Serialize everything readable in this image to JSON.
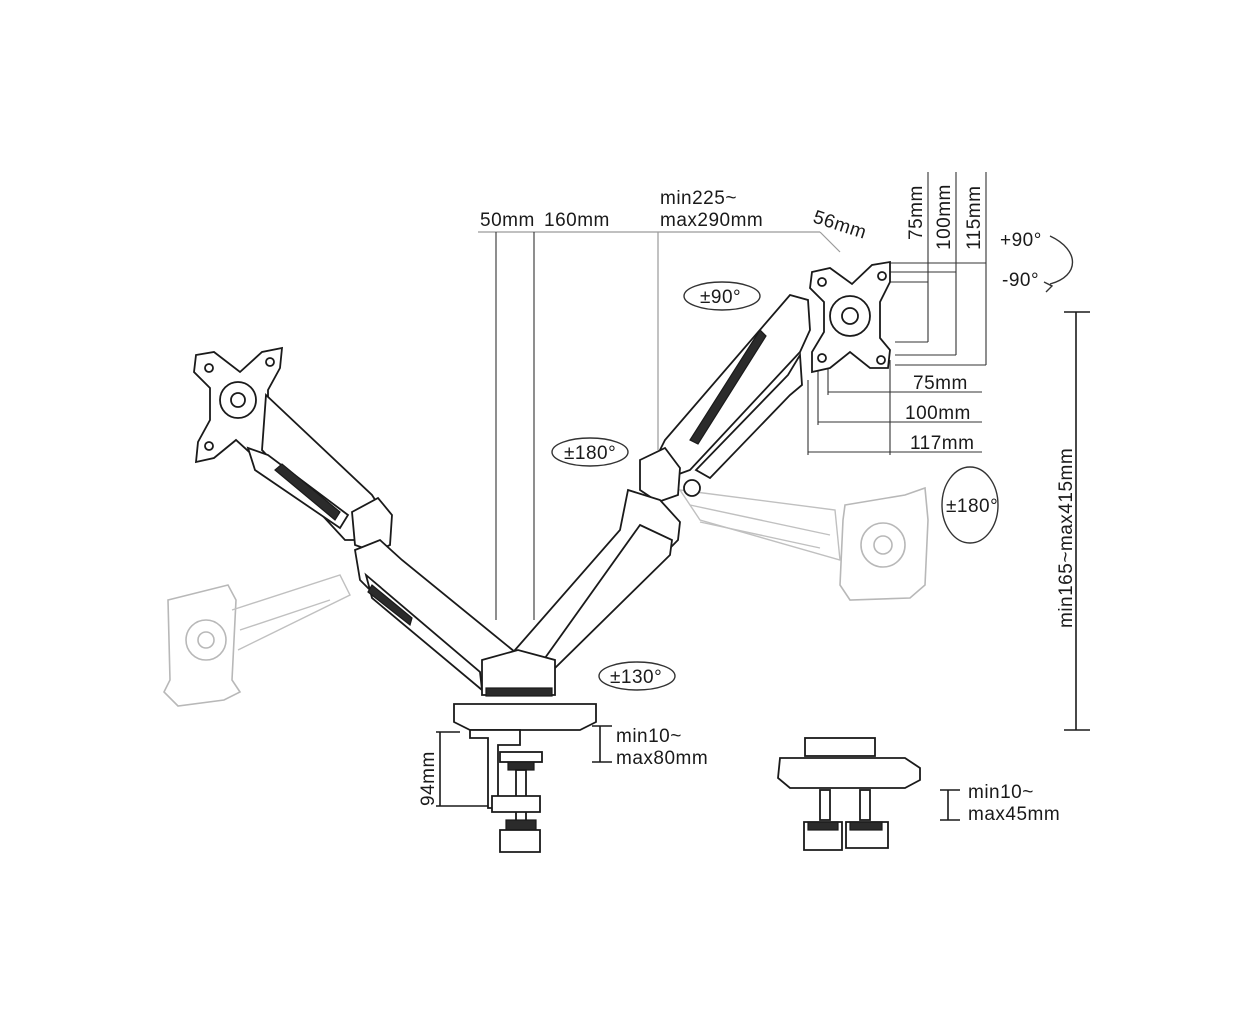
{
  "dimensions": {
    "pole_left": "50mm",
    "pole_right": "160mm",
    "reach": [
      "min225~",
      "max290mm"
    ],
    "plate_offset": "56mm",
    "vesa_v75": "75mm",
    "vesa_v100": "100mm",
    "vesa_v115": "115mm",
    "vesa_h75": "75mm",
    "vesa_h100": "100mm",
    "vesa_h117": "117mm",
    "height_range": "min165~max415mm",
    "clamp_depth": "94mm",
    "clamp_range": [
      "min10~",
      "max80mm"
    ],
    "grommet_range": [
      "min10~",
      "max45mm"
    ]
  },
  "rotations": {
    "tilt_up": "+90°",
    "tilt_down": "-90°",
    "swivel_top": "±90°",
    "swivel_mid": "±180°",
    "rotate_right": "±180°",
    "base_rotate": "±130°"
  }
}
